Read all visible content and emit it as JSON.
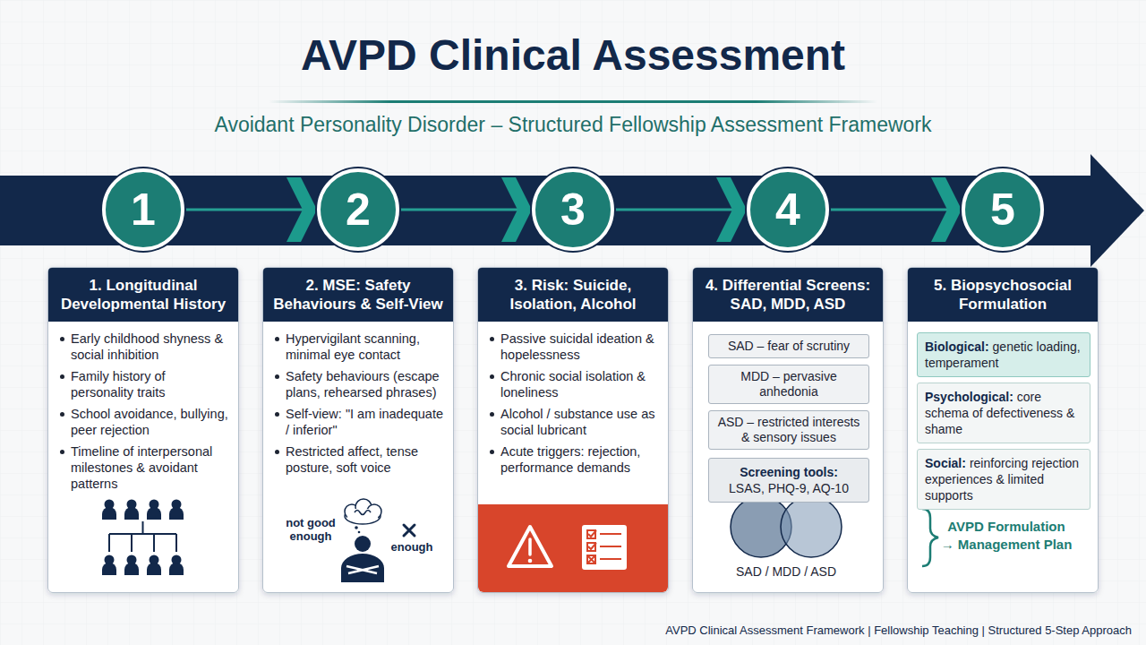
{
  "diagram": {
    "title": "AVPD Clinical Assessment",
    "caption": "AVPD Clinical Assessment Framework | Fellowship Teaching | Structured 5-Step Approach",
    "nodes": [
      {
        "text": [
          "1"
        ]
      },
      {
        "text": [
          "2"
        ]
      },
      {
        "text": [
          "3"
        ]
      },
      {
        "text": [
          "4"
        ]
      },
      {
        "text": [
          "5"
        ]
      },
      {
        "text": [
          "1. Longitudinal Developmental History",
          "Early childhood shyness & social inhibition",
          "Family history of personality traits",
          "School avoidance, bullying, peer rejection",
          "Timeline of interpersonal milestones & avoidant patterns"
        ]
      },
      {
        "text": [
          "2. MSE: Safety Behaviours & Self-View",
          "Hypervigilant scanning, minimal eye contact",
          "Safety behaviours (escape plans, rehearsed phrases)",
          "Self-view: \"I am inadequate / inferior\"",
          "Restricted affect, tense posture, soft voice"
        ]
      },
      {
        "text": [
          "3. Risk: Suicide, Isolation, Alcohol",
          "Passive suicidal ideation & hopelessness",
          "Chronic social isolation & loneliness",
          "Alcohol / substance use as social lubricant",
          "Acute triggers: rejection, performance demands"
        ]
      },
      {
        "text": [
          "4. Differential Screens: SAD, MDD, ASD"
        ]
      },
      {
        "text": [
          "5. Biopsychosocial Formulation"
        ]
      },
      {
        "text": [
          "SAD – fear of scrutiny"
        ],
        "in": 8
      },
      {
        "text": [
          "MDD – pervasive anhedonia"
        ],
        "in": 8
      },
      {
        "text": [
          "ASD – restricted interests & sensory issues"
        ],
        "in": 8
      },
      {
        "text": [
          "Screening tools:",
          "LSAS, PHQ-9, AQ-10"
        ],
        "in": 8
      },
      {
        "text": [
          "Biological:",
          "genetic loading, temperament"
        ],
        "in": 9
      },
      {
        "text": [
          "Psychological:",
          "core schema of defectiveness & shame"
        ],
        "in": 9
      },
      {
        "text": [
          "Social:",
          "reinforcing rejection experiences & limited supports"
        ],
        "in": 9
      }
    ],
    "edges": [
      {
        "from": 0,
        "to": 1,
        "arrow": "to"
      },
      {
        "from": 1,
        "to": 2,
        "arrow": "to"
      },
      {
        "from": 2,
        "to": 3,
        "arrow": "to"
      },
      {
        "from": 3,
        "to": 4,
        "arrow": "to"
      }
    ],
    "labels": [
      "Avoidant Personality Disorder – Structured Fellowship Assessment Framework",
      "not good enough",
      "enough",
      "SAD / MDD / ASD",
      "AVPD Formulation → Management Plan"
    ]
  }
}
